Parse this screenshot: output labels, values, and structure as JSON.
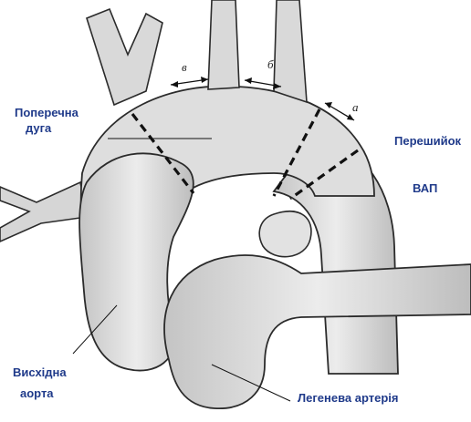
{
  "labels": {
    "transverse_arch_line1": "Поперечна",
    "transverse_arch_line2": "дуга",
    "isthmus": "Перешийок",
    "vap": "ВАП",
    "ascending_line1": "Висхідна",
    "ascending_line2": "аорта",
    "pulmonary": "Легенева артерія"
  },
  "segment_marks": {
    "a": "а",
    "b": "б",
    "v": "в"
  },
  "colors": {
    "label": "#1f3a8a",
    "stroke": "#2b2b2b",
    "fill": "#dcdcdc",
    "shade": "#b9b9b9"
  }
}
